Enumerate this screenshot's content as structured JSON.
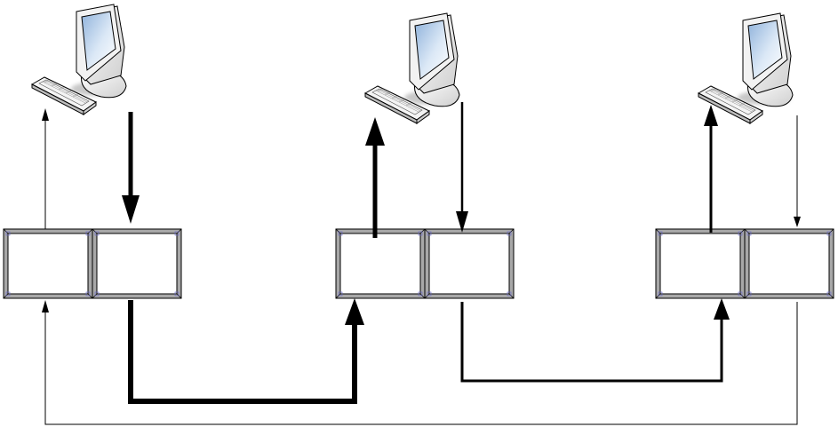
{
  "diagram": {
    "nodes": [
      {
        "id": "station-1",
        "type": "computer",
        "parts": [
          "monitor",
          "keyboard"
        ],
        "buffers": [
          "input-buffer",
          "output-buffer"
        ]
      },
      {
        "id": "station-2",
        "type": "computer",
        "parts": [
          "monitor",
          "keyboard"
        ],
        "buffers": [
          "input-buffer",
          "output-buffer"
        ]
      },
      {
        "id": "station-3",
        "type": "computer",
        "parts": [
          "monitor",
          "keyboard"
        ],
        "buffers": [
          "input-buffer",
          "output-buffer"
        ]
      }
    ],
    "connectors": [
      {
        "from": "station-1-computer",
        "to": "station-1-output-buffer",
        "weight": "heavy"
      },
      {
        "from": "station-1-output-buffer",
        "to": "station-2-input-buffer",
        "weight": "heavy"
      },
      {
        "from": "station-2-input-buffer",
        "to": "station-2-keyboard",
        "weight": "heavy"
      },
      {
        "from": "station-2-computer",
        "to": "station-2-output-buffer",
        "weight": "medium"
      },
      {
        "from": "station-2-output-buffer",
        "to": "station-3-input-buffer",
        "weight": "medium"
      },
      {
        "from": "station-3-input-buffer",
        "to": "station-3-keyboard",
        "weight": "medium"
      },
      {
        "from": "station-3-computer",
        "to": "station-3-output-buffer",
        "weight": "thin"
      },
      {
        "from": "station-3-output-buffer",
        "to": "station-1-input-buffer",
        "weight": "thin"
      },
      {
        "from": "station-1-input-buffer",
        "to": "station-1-keyboard",
        "weight": "thin"
      }
    ],
    "colors": {
      "line": "#000000",
      "buffer_frame": "#a8a8a8",
      "buffer_inner": "#ffffff",
      "monitor_body": "#e8e8e8",
      "monitor_screen": "#b9d3ee",
      "outline": "#000000"
    }
  }
}
